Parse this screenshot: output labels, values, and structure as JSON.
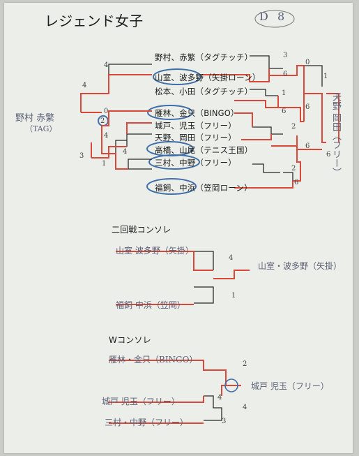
{
  "title": "レジェンド女子",
  "corner_marks": [
    "D",
    "8"
  ],
  "main_draw": {
    "entries": [
      "野村、赤繁（タグチッチ）",
      "山室、波多野（矢掛ローン）",
      "松本、小田（タグチッチ）",
      "雁林、金只（BINGO）",
      "城戸、児玉（フリー）",
      "天野、岡田（フリー）",
      "高橋、山尾（テニス王国）",
      "三村、中野（フリー）",
      "福飼、中浜（笠岡ローン）"
    ],
    "winner_left_hand": [
      "野村 赤繁",
      "（TAG）"
    ],
    "winner_right_hand": "天野 岡田（フリー）",
    "left_scores": [
      "4",
      "4",
      "0",
      "2",
      "4",
      "4",
      "1",
      "3"
    ],
    "right_scores": [
      "3",
      "0",
      "6",
      "6",
      "1",
      "2",
      "6",
      "6",
      "2",
      "6",
      "1",
      "6"
    ]
  },
  "consolation_2": {
    "heading": "二回戦コンソレ",
    "entries": [
      "山室 波多野（矢掛）",
      "福飼 中浜（笠岡）"
    ],
    "winner_hand": "山室・波多野（矢掛）",
    "scores": [
      "4",
      "1"
    ]
  },
  "consolation_w": {
    "heading": "Wコンソレ",
    "entries": [
      "雁林・金只（BINGO）",
      "城戸 児玉（フリー）",
      "三村・中野（フリー）"
    ],
    "winner_hand": "城戸 児玉（フリー）",
    "scores": [
      "2",
      "4",
      "4",
      "3"
    ]
  },
  "colors": {
    "paper": "#eceee9",
    "ink": "#2a2a2a",
    "red": "#d9493a",
    "blue": "#3f6ea8",
    "pencil": "#5a5f74"
  }
}
